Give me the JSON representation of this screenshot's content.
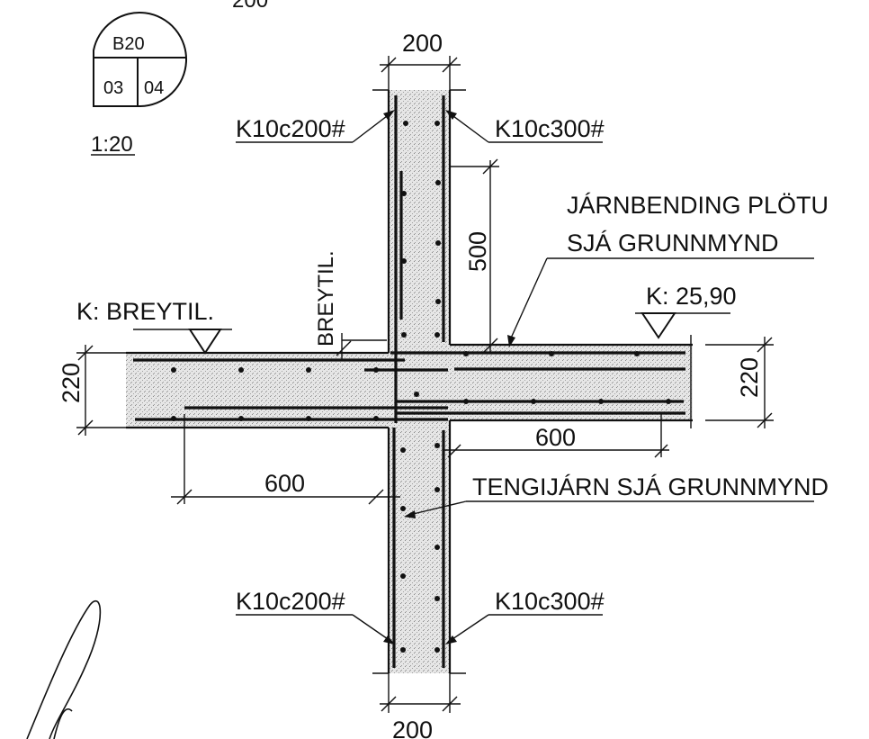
{
  "detail_mark": {
    "sheet": "B20",
    "left": "03",
    "right": "04"
  },
  "scale": "1:20",
  "top_partial_text": "200",
  "dimensions": {
    "wall_width_top": "200",
    "wall_width_bottom": "200",
    "slab_thickness_left": "220",
    "slab_thickness_right": "220",
    "lap_vertical": "500",
    "lap_right": "600",
    "lap_left": "600"
  },
  "labels": {
    "rebar_top_left": "K10c200#",
    "rebar_top_right": "K10c300#",
    "rebar_bottom_left": "K10c200#",
    "rebar_bottom_right": "K10c300#",
    "slab_reinf_line1": "JÁRNBENDING PLÖTU",
    "slab_reinf_line2": "SJÁ GRUNNMYND",
    "level_left": "K: BREYTIL.",
    "level_right": "K: 25,90",
    "vertical_note": "BREYTIL.",
    "dowels": "TENGIJÁRN SJÁ GRUNNMYND"
  }
}
